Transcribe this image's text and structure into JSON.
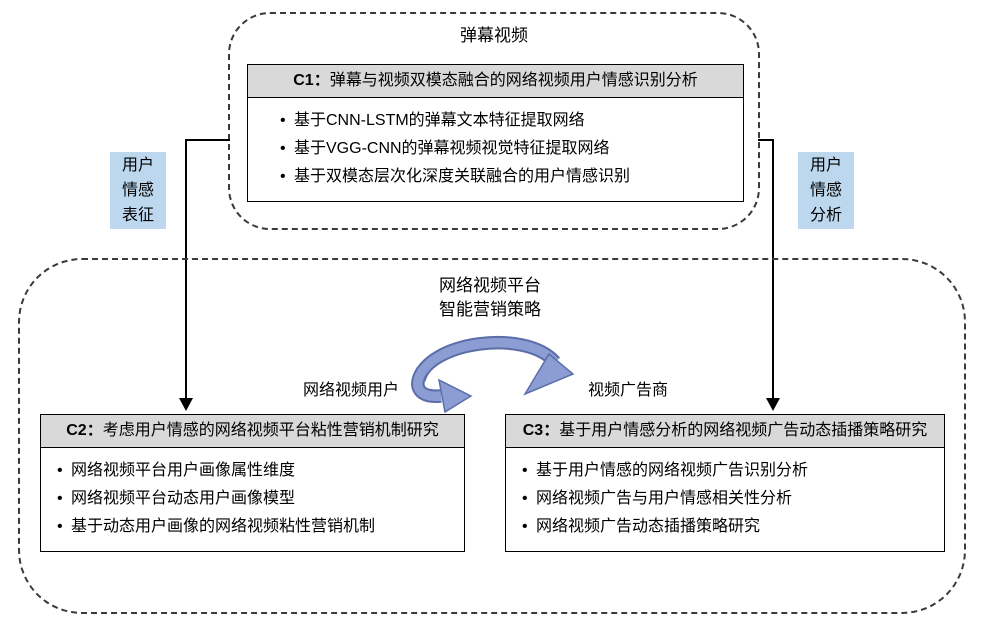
{
  "top": {
    "title": "弹幕视频",
    "c1": {
      "label": "C1：",
      "title": "弹幕与视频双模态融合的网络视频用户情感识别分析",
      "bullets": [
        "基于CNN-LSTM的弹幕文本特征提取网络",
        "基于VGG-CNN的弹幕视频视觉特征提取网络",
        "基于双模态层次化深度关联融合的用户情感识别"
      ]
    }
  },
  "flow": {
    "left_label": "用户\n情感\n表征",
    "right_label": "用户\n情感\n分析"
  },
  "bottom": {
    "title": "网络视频平台\n智能营销策略",
    "left_role": "网络视频用户",
    "right_role": "视频广告商",
    "c2": {
      "label": "C2：",
      "title": "考虑用户情感的网络视频平台粘性营销机制研究",
      "bullets": [
        "网络视频平台用户画像属性维度",
        "网络视频平台动态用户画像模型",
        "基于动态用户画像的网络视频粘性营销机制"
      ]
    },
    "c3": {
      "label": "C3：",
      "title": "基于用户情感分析的网络视频广告动态插播策略研究",
      "bullets": [
        "基于用户情感的网络视频广告识别分析",
        "网络视频广告与用户情感相关性分析",
        "网络视频广告动态插播策略研究"
      ]
    }
  },
  "colors": {
    "box_header_bg": "#d9d9d9",
    "flow_label_bg": "#bdd7ee",
    "cycle_arrow_fill": "#8b9dd3",
    "cycle_arrow_edge": "#5c6ea8",
    "line_color": "#000000"
  }
}
